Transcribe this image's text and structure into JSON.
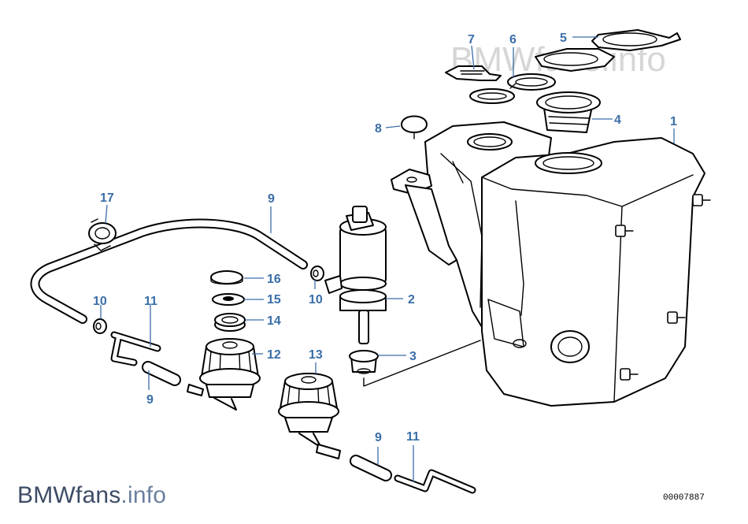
{
  "watermark": {
    "brand": "BMWfans",
    "suffix": ".info"
  },
  "drawing_number": "00007887",
  "callouts": [
    {
      "id": "c1",
      "text": "1"
    },
    {
      "id": "c2",
      "text": "2"
    },
    {
      "id": "c3",
      "text": "3"
    },
    {
      "id": "c4",
      "text": "4"
    },
    {
      "id": "c5",
      "text": "5"
    },
    {
      "id": "c6",
      "text": "6"
    },
    {
      "id": "c7",
      "text": "7"
    },
    {
      "id": "c8",
      "text": "8"
    },
    {
      "id": "c9a",
      "text": "9"
    },
    {
      "id": "c9b",
      "text": "9"
    },
    {
      "id": "c9c",
      "text": "9"
    },
    {
      "id": "c10a",
      "text": "10"
    },
    {
      "id": "c10b",
      "text": "10"
    },
    {
      "id": "c11a",
      "text": "11"
    },
    {
      "id": "c11b",
      "text": "11"
    },
    {
      "id": "c12",
      "text": "12"
    },
    {
      "id": "c13",
      "text": "13"
    },
    {
      "id": "c14",
      "text": "14"
    },
    {
      "id": "c15",
      "text": "15"
    },
    {
      "id": "c16",
      "text": "16"
    },
    {
      "id": "c17",
      "text": "17"
    }
  ]
}
